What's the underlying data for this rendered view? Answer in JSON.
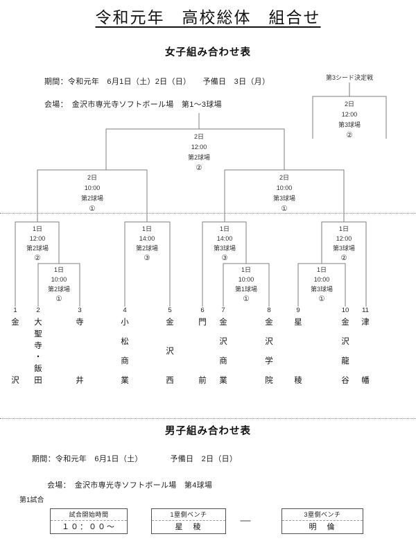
{
  "title": "令和元年　高校総体　組合せ",
  "women": {
    "subtitle": "女子組み合わせ表",
    "period": "期間：令和元年　6月1日（土）2日（日）　　予備日　3日（月）",
    "venue": "会場：　金沢市専光寺ソフトボール場　第1～3球場",
    "third_seed_label": "第3シード決定戦"
  },
  "matches": {
    "final": {
      "date": "2日",
      "time": "12:00",
      "venue": "第2球場",
      "game": "②"
    },
    "third_seed": {
      "date": "2日",
      "time": "12:00",
      "venue": "第3球場",
      "game": "②"
    },
    "sf1": {
      "date": "2日",
      "time": "10:00",
      "venue": "第2球場",
      "game": "①"
    },
    "sf2": {
      "date": "2日",
      "time": "10:00",
      "venue": "第3球場",
      "game": "①"
    },
    "qfA": {
      "date": "1日",
      "time": "12:00",
      "venue": "第2球場",
      "game": "②"
    },
    "qfB": {
      "date": "1日",
      "time": "14:00",
      "venue": "第2球場",
      "game": "③"
    },
    "qfC": {
      "date": "1日",
      "time": "14:00",
      "venue": "第3球場",
      "game": "③"
    },
    "qfD": {
      "date": "1日",
      "time": "12:00",
      "venue": "第3球場",
      "game": "②"
    },
    "p1": {
      "date": "1日",
      "time": "10:00",
      "venue": "第2球場",
      "game": "①"
    },
    "p2": {
      "date": "1日",
      "time": "10:00",
      "venue": "第1球場",
      "game": "①"
    },
    "p3": {
      "date": "1日",
      "time": "10:00",
      "venue": "第3球場",
      "game": "①"
    }
  },
  "teams": [
    {
      "no": "1",
      "name": "金沢"
    },
    {
      "no": "2",
      "name": "大聖寺・飯田"
    },
    {
      "no": "3",
      "name": "寺井"
    },
    {
      "no": "4",
      "name": "小松商業"
    },
    {
      "no": "5",
      "name": "金沢西"
    },
    {
      "no": "6",
      "name": "門前"
    },
    {
      "no": "7",
      "name": "金沢商業"
    },
    {
      "no": "8",
      "name": "金沢学院"
    },
    {
      "no": "9",
      "name": "星稜"
    },
    {
      "no": "10",
      "name": "金沢龍谷"
    },
    {
      "no": "11",
      "name": "津幡"
    }
  ],
  "men": {
    "subtitle": "男子組み合わせ表",
    "period": "期間：令和元年　6月1日（土）　　　　予備日　2日（日）",
    "venue": "会場：　金沢市専光寺ソフトボール場　第4球場",
    "first_game_label": "第1試合",
    "tables": {
      "start_time": {
        "header": "試合開始時間",
        "value": "１０：００～"
      },
      "first_base": {
        "header": "1塁側ベンチ",
        "value": "星　稜"
      },
      "third_base": {
        "header": "3塁側ベンチ",
        "value": "明　倫"
      },
      "vs_dash": "—"
    }
  }
}
